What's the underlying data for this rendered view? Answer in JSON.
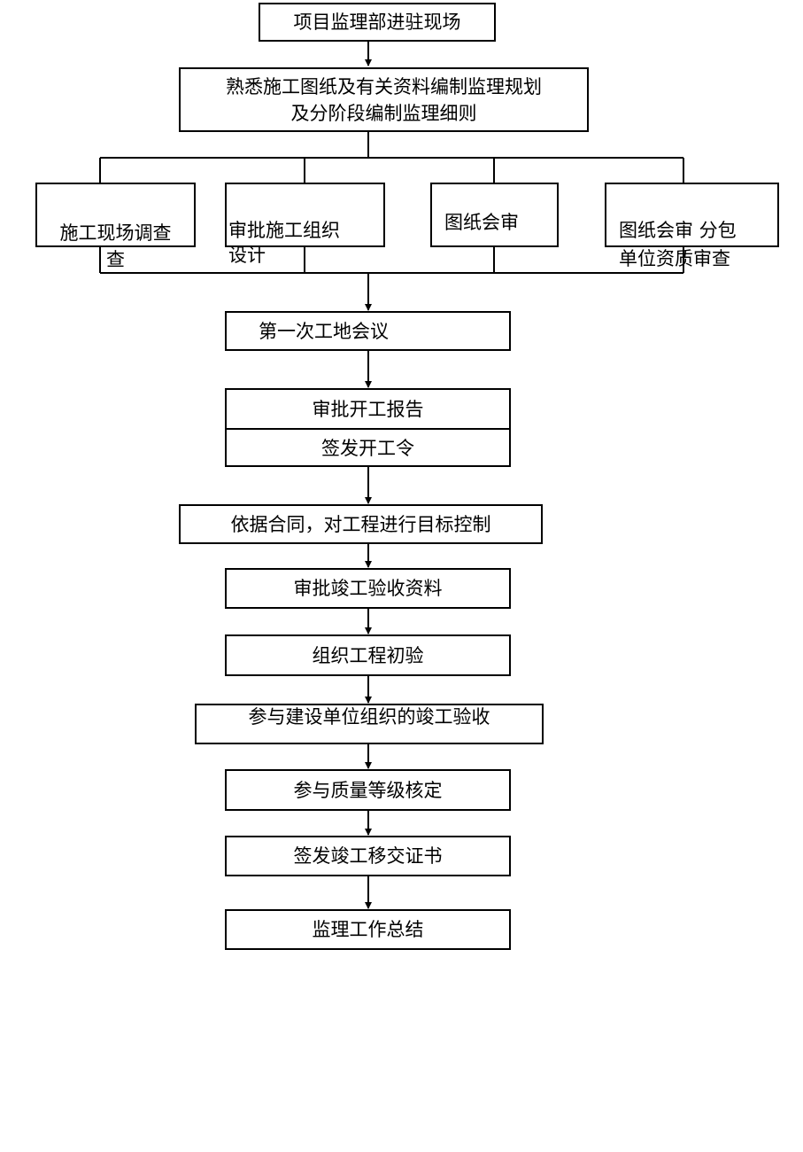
{
  "flowchart": {
    "step1": "项目监理部进驻现场",
    "step2": "熟悉施工图纸及有关资料编制监理规划\n及分阶段编制监理细则",
    "parallel": [
      "施工现场调查\n查",
      "审批施工组织\n设计",
      "图纸会审",
      "图纸会审  分包\n单位资质审查"
    ],
    "step3": "第一次工地会议",
    "step4a": "审批开工报告",
    "step4b": "签发开工令",
    "step5": "依据合同，对工程进行目标控制",
    "step6": "审批竣工验收资料",
    "step7": "组织工程初验",
    "step8": "参与建设单位组织的竣工验收",
    "step9": "参与质量等级核定",
    "step10": "签发竣工移交证书",
    "step11": "监理工作总结"
  }
}
